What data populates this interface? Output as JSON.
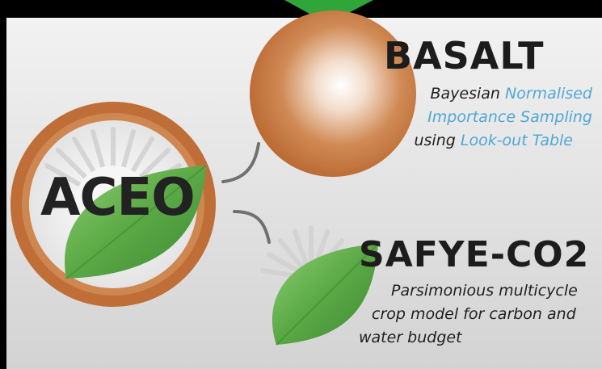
{
  "aceo": {
    "title": "ACEO"
  },
  "basalt": {
    "title": "BASALT",
    "description": {
      "line1": {
        "dark": "Bayesian ",
        "blue": "Normalised"
      },
      "line2": {
        "blue": "Importance Sampling"
      },
      "line3": {
        "dark": "using ",
        "blue": "Look-out Table"
      }
    }
  },
  "safye": {
    "title": "SAFYE-CO2",
    "description": {
      "line1": "Parsimonious multicycle",
      "line2": "crop model for carbon and",
      "line3": "water budget"
    }
  },
  "colors": {
    "orange": "#c8753b",
    "leaf_green": "#5aa845",
    "blue_text": "#4fa7d6",
    "background": "#e6e6e6"
  }
}
